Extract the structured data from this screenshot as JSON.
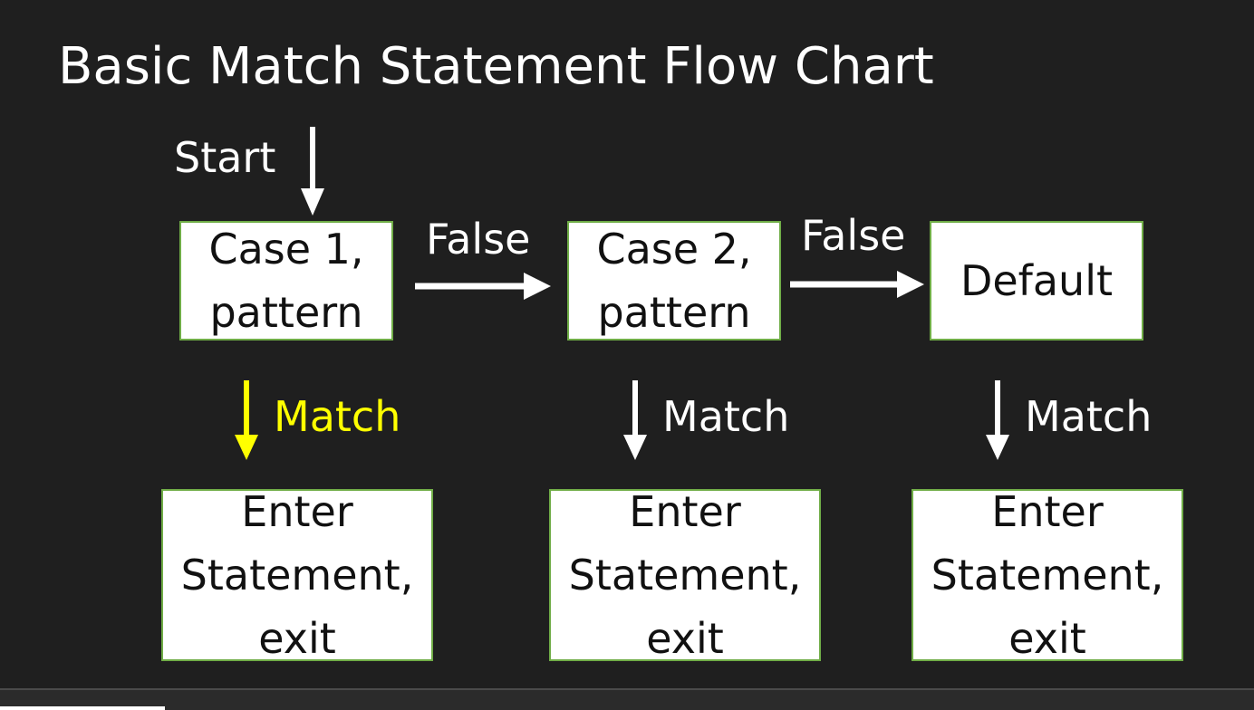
{
  "title": "Basic Match Statement Flow Chart",
  "start_label": "Start",
  "false_labels": [
    "False",
    "False"
  ],
  "match_labels": [
    "Match",
    "Match",
    "Match"
  ],
  "case_boxes": [
    "Case 1,\npattern",
    "Case 2,\npattern",
    "Default"
  ],
  "result_boxes": [
    "Enter\nStatement,\nexit",
    "Enter\nStatement,\nexit",
    "Enter\nStatement,\nexit"
  ],
  "colors": {
    "background": "#1f1f1f",
    "text": "#ffffff",
    "highlight": "#ffff00",
    "box_fill": "#ffffff",
    "box_border": "#70ad47"
  }
}
